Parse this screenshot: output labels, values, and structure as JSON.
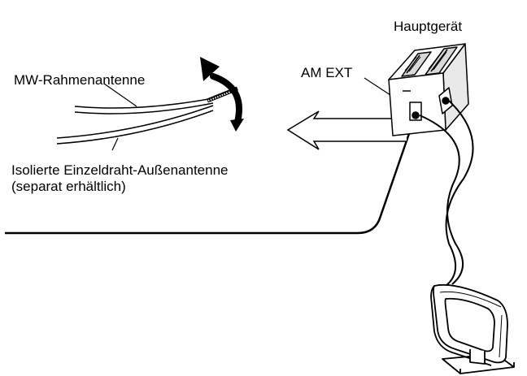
{
  "labels": {
    "main_unit": "Hauptgerät",
    "am_ext": "AM EXT",
    "mw_loop": "MW-Rahmenantenne",
    "outdoor_line1": "Isolierte Einzeldraht-Außenantenne",
    "outdoor_line2": "(separat erhältlich)"
  },
  "icons": {
    "rotate_arrow": "curved-rotate-arrow-icon",
    "insert_arrow": "hollow-left-arrow-icon"
  },
  "colors": {
    "line": "#000000",
    "fill": "#ffffff",
    "shade": "#d9d9d9"
  }
}
